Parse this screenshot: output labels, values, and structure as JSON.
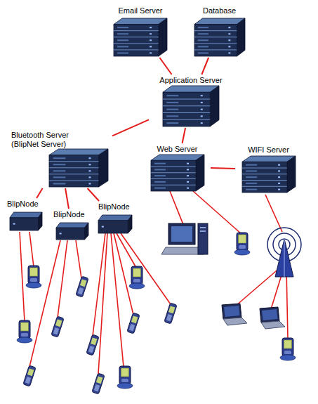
{
  "diagram": {
    "nodes": [
      {
        "text": [
          "Email Server"
        ]
      },
      {
        "text": [
          "Database"
        ]
      },
      {
        "text": [
          "Application Server"
        ]
      },
      {
        "text": [
          "Bluetooth Server (BlipNet Server)"
        ]
      },
      {
        "text": [
          "Web Server"
        ]
      },
      {
        "text": [
          "WIFI Server"
        ]
      },
      {
        "text": [
          "BlipNode"
        ]
      },
      {
        "text": [
          "BlipNode"
        ]
      },
      {
        "text": [
          "BlipNode"
        ]
      }
    ],
    "edges": [
      {
        "from": 0,
        "to": 2,
        "arrow": "none"
      },
      {
        "from": 1,
        "to": 2,
        "arrow": "none"
      },
      {
        "from": 2,
        "to": 3,
        "arrow": "none"
      },
      {
        "from": 2,
        "to": 4,
        "arrow": "none"
      },
      {
        "from": 4,
        "to": 5,
        "arrow": "none"
      },
      {
        "from": 3,
        "to": 6,
        "arrow": "none"
      },
      {
        "from": 3,
        "to": 7,
        "arrow": "none"
      },
      {
        "from": 3,
        "to": 8,
        "arrow": "none"
      }
    ]
  }
}
